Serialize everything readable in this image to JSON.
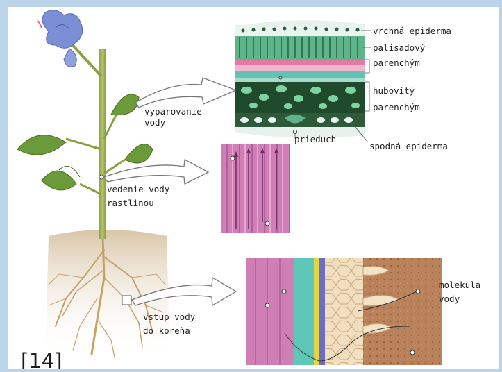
{
  "diagram": {
    "labels": {
      "vyparovanie": "vyparovanie",
      "vody": "vody",
      "vedenie": "vedenie vody",
      "rastlinou": "rastlinou",
      "vstup": "vstup vody",
      "do_korena": "do koreňa",
      "vrchna_epiderma": "vrchná epiderma",
      "palisadovy": "palisadový",
      "parenchym1": "parenchým",
      "hubovity": "hubovitý",
      "parenchym2": "parenchým",
      "prieduch": "prieduch",
      "spodna_epiderma": "spodná epiderma",
      "molekula": "molekula",
      "molekula_vody": "vody"
    },
    "reference": "[14]"
  }
}
